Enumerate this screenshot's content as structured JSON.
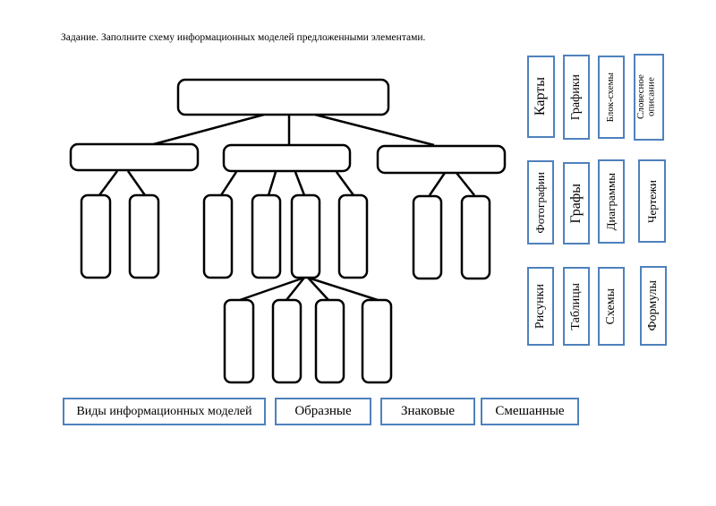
{
  "task": "Задание. Заполните схему информационных моделей предложенными элементами.",
  "cards": [
    {
      "text": "Карты"
    },
    {
      "text": "Графики"
    },
    {
      "text": "Блок-схемы"
    },
    {
      "text": "Словесное описание"
    },
    {
      "text": "Фотографии"
    },
    {
      "text": "Графы"
    },
    {
      "text": "Диаграммы"
    },
    {
      "text": "Чертежи"
    },
    {
      "text": "Рисунки"
    },
    {
      "text": "Таблицы"
    },
    {
      "text": "Схемы"
    },
    {
      "text": "Формулы"
    }
  ],
  "labels": [
    {
      "text": "Виды информационных моделей"
    },
    {
      "text": "Образные"
    },
    {
      "text": "Знаковые"
    },
    {
      "text": "Смешанные"
    }
  ],
  "colors": {
    "card_border": "#4f81bd",
    "tree_stroke": "#000000"
  }
}
